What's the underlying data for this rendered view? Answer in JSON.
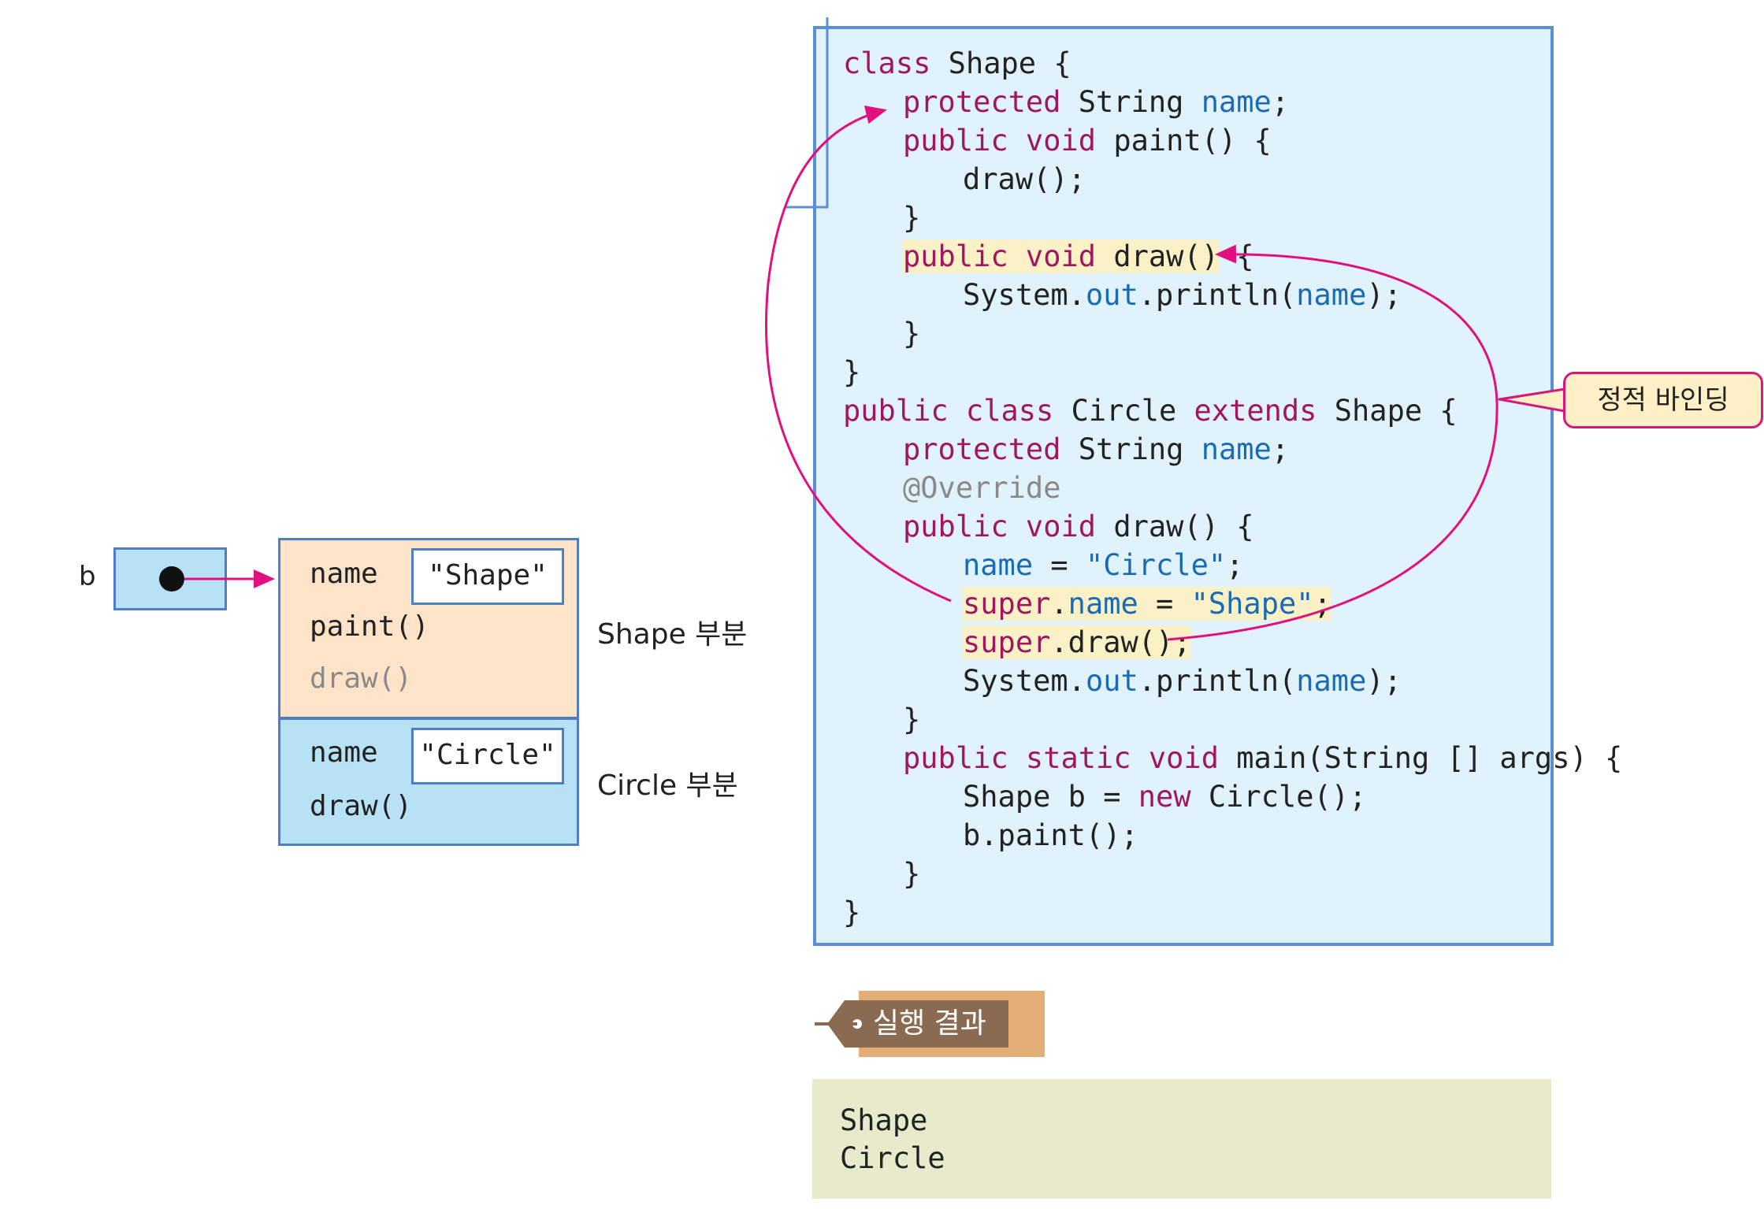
{
  "memory": {
    "var_name": "b",
    "shape_part": {
      "field_name": "name",
      "field_value": "\"Shape\"",
      "method1": "paint()",
      "method2": "draw()",
      "label": "Shape 부분"
    },
    "circle_part": {
      "field_name": "name",
      "field_value": "\"Circle\"",
      "method1": "draw()",
      "label": "Circle 부분"
    }
  },
  "code": {
    "l1a": "class",
    "l1b": " Shape {",
    "l2a": "protected",
    "l2b": " String ",
    "l2c": "name",
    "l2d": ";",
    "l3a": "public void",
    "l3b": " paint() {",
    "l4": "draw();",
    "l5": "}",
    "l6a": "public void",
    "l6b": " draw()",
    "l6c": " {",
    "l7a": "System.",
    "l7b": "out",
    "l7c": ".println(",
    "l7d": "name",
    "l7e": ");",
    "l8": "}",
    "l9": "}",
    "l10a": "public class",
    "l10b": " Circle ",
    "l10c": "extends",
    "l10d": " Shape {",
    "l11a": "protected",
    "l11b": " String ",
    "l11c": "name",
    "l11d": ";",
    "l12": "@Override",
    "l13a": "public void",
    "l13b": " draw() {",
    "l14a": "name",
    "l14b": " = ",
    "l14c": "\"Circle\"",
    "l14d": ";",
    "l15a": "super",
    "l15b": ".",
    "l15c": "name",
    "l15d": " = ",
    "l15e": "\"Shape\"",
    "l15f": ";",
    "l16a": "super",
    "l16b": ".draw();",
    "l17a": "System.",
    "l17b": "out",
    "l17c": ".println(",
    "l17d": "name",
    "l17e": ");",
    "l18": "}",
    "l19a": "public static void",
    "l19b": " main(String [] args) {",
    "l20a": "Shape b = ",
    "l20b": "new",
    "l20c": " Circle();",
    "l21": "b.paint();",
    "l22": "}",
    "l23": "}"
  },
  "callout": "정적 바인딩",
  "result": {
    "tag": "실행 결과",
    "lines": [
      "Shape",
      "Circle"
    ]
  },
  "colors": {
    "arrow": "#e0117f",
    "panel_bg": "#e0f2fb",
    "panel_border": "#5b8fd4",
    "keyword": "#a0175f",
    "field": "#1a6bb5",
    "highlight": "#fbf1c7",
    "shape_part_bg": "#fde3c8",
    "circle_part_bg": "#b7e1f5"
  }
}
